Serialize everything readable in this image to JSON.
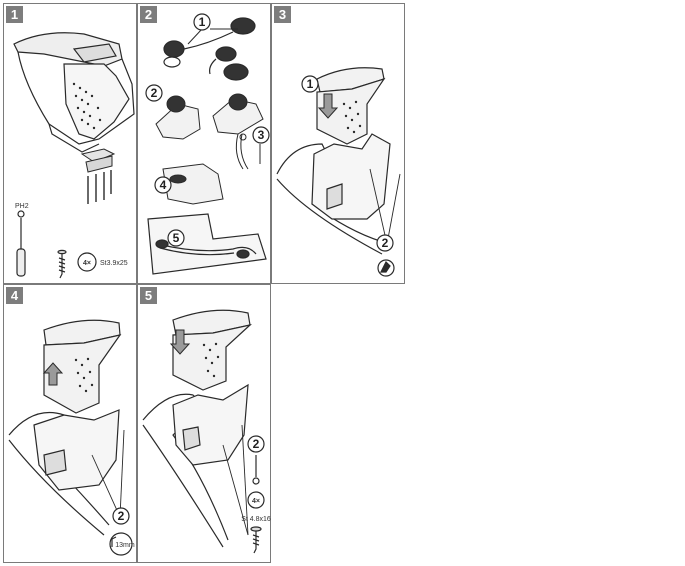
{
  "panels": [
    {
      "step": "1",
      "qty": "4×",
      "screw_spec": "St3.9x25",
      "tool_tag": "PH2"
    },
    {
      "step": "2",
      "callouts": [
        "1",
        "2",
        "3",
        "4",
        "5"
      ]
    },
    {
      "step": "3",
      "callouts": [
        "1",
        "2"
      ]
    },
    {
      "step": "4",
      "callouts": [
        "2"
      ],
      "tool_size": "13mm"
    },
    {
      "step": "5",
      "callouts": [
        "2"
      ],
      "qty": "4×",
      "screw_spec": "St 4.8x16"
    }
  ],
  "colors": {
    "badge": "#7d7d7d",
    "line": "#2a2a2a",
    "border": "#7a7a7a"
  },
  "icons": [
    "armrest-illustration",
    "screw-icon",
    "screwdriver-icon",
    "usb-socket-icon",
    "arrow-icon",
    "wrench-icon"
  ]
}
